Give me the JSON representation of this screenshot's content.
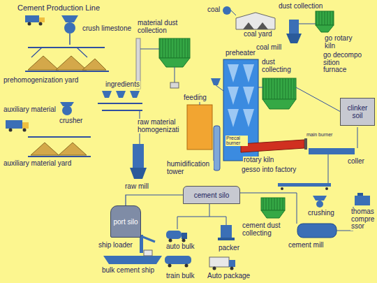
{
  "diagram": {
    "title": "Cement Production Line",
    "nodes": [
      {
        "text": [
          "clinker soil"
        ]
      },
      {
        "text": [
          "cement silo"
        ]
      },
      {
        "text": [
          "port silo"
        ]
      }
    ],
    "edges": [
      {
        "from": 1,
        "to": 2,
        "arrow": "none"
      }
    ],
    "labels": [
      "crush limestone",
      "material dust collection",
      "coal",
      "dust collection",
      "coal yard",
      "prehomogenization yard",
      "ingredients",
      "preheater",
      "coal mill",
      "go rotary kiln",
      "go decompo sition furnace",
      "feeding",
      "dust collecting",
      "auxiliary material",
      "crusher",
      "raw material homogenizati",
      "Precal burner",
      "main burner",
      "rotary kiln",
      "gesso into factory",
      "coller",
      "auxiliary material yard",
      "raw mill",
      "humidification tower",
      "crushing",
      "thomas compre ssor",
      "cement dust collecting",
      "cement mill",
      "ship loader",
      "auto bulk",
      "packer",
      "bulk cement ship",
      "train bulk",
      "Auto package"
    ]
  }
}
